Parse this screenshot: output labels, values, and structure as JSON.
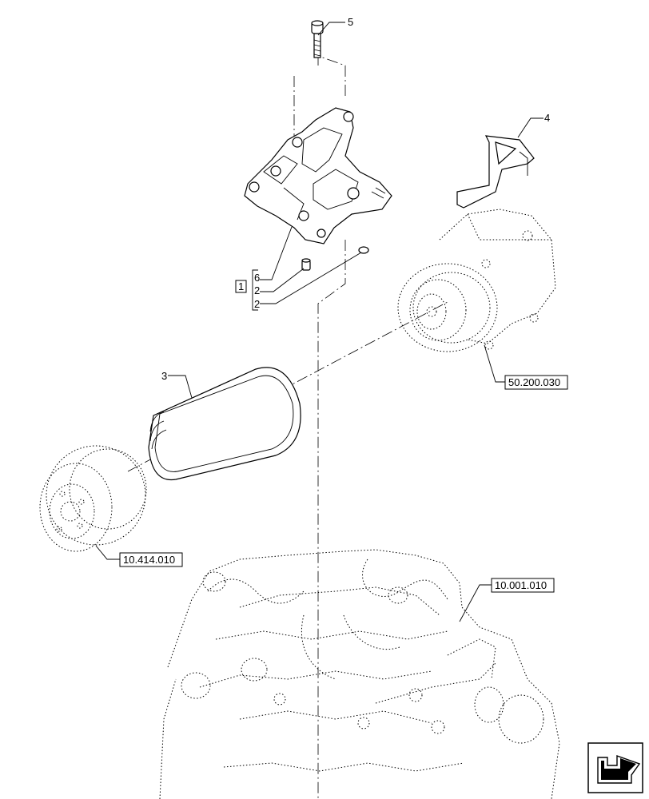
{
  "callouts": {
    "c1": "1",
    "c2a": "2",
    "c2b": "2",
    "c3": "3",
    "c4": "4",
    "c5": "5",
    "c6": "6"
  },
  "references": {
    "compressor": "50.200.030",
    "pulley": "10.414.010",
    "engine": "10.001.010"
  },
  "icons": {
    "nav": "arrow-icon"
  }
}
